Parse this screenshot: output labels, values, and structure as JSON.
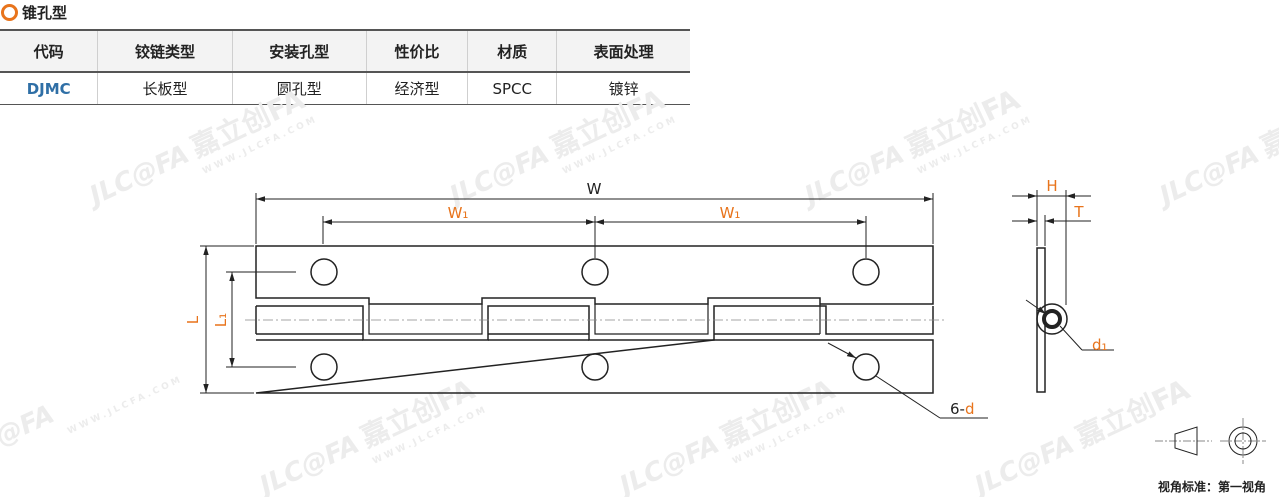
{
  "title": "锥孔型",
  "table": {
    "headers": [
      "代码",
      "铰链类型",
      "安装孔型",
      "性价比",
      "材质",
      "表面处理"
    ],
    "row": [
      "DJMC",
      "长板型",
      "圆孔型",
      "经济型",
      "SPCC",
      "镀锌"
    ]
  },
  "watermark": {
    "brand": "JLC@FA",
    "cn": "嘉立创FA",
    "site": "WWW.JLCFA.COM"
  },
  "dimensions": {
    "W": "W",
    "W1_left": "W₁",
    "W1_right": "W₁",
    "L": "L",
    "L1": "L₁",
    "H": "H",
    "T": "T",
    "d1": "d₁",
    "hole_prefix": "6-",
    "hole_var": "d"
  },
  "projection": {
    "label": "视角标准：第一视角"
  },
  "colors": {
    "accent": "#e8741c",
    "code_blue": "#2f6fa6",
    "line": "#222222",
    "watermark": "#ececec"
  }
}
